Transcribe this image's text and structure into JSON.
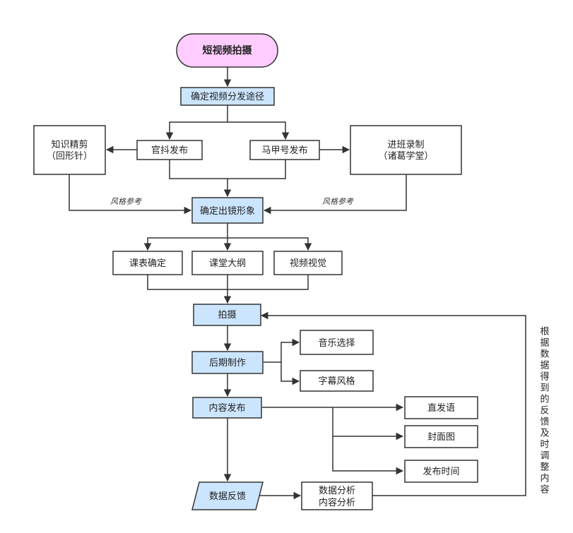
{
  "colors": {
    "start_fill": "#ffccff",
    "start_stroke": "#333333",
    "step_fill": "#cce5ff",
    "plain_fill": "#ffffff",
    "stroke": "#333333",
    "line": "#333333"
  },
  "nodes": {
    "start": "短视频拍摄",
    "route": "确定视频分发途径",
    "douyin": "官抖发布",
    "majia": "马甲号发布",
    "knowledge": [
      "知识精剪",
      "（回形针）"
    ],
    "classroom": [
      "进班录制",
      "（诸葛学堂）"
    ],
    "image": "确定出镜形象",
    "schedule": "课表确定",
    "outline": "课堂大纲",
    "visual": "视频视觉",
    "shoot": "拍摄",
    "post": "后期制作",
    "music": "音乐选择",
    "subtitle": "字幕风格",
    "publish": "内容发布",
    "copy": "直发语",
    "cover": "封面图",
    "time": "发布时间",
    "feedback": "数据反馈",
    "analysis": [
      "数据分析",
      "内容分析"
    ]
  },
  "edge_labels": {
    "style_ref_left": "风格参考",
    "style_ref_right": "风格参考"
  },
  "side_note": "根据数据得到的反馈及时调整内容"
}
